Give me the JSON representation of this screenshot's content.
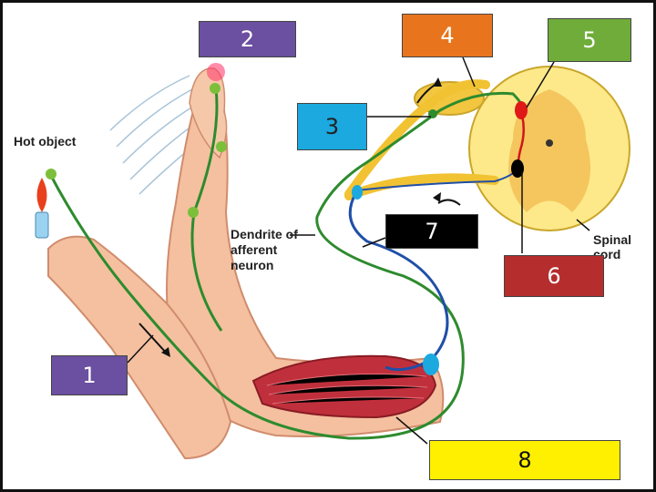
{
  "labels": {
    "hot_object": "Hot object",
    "dendrite_line1": "Dendrite of",
    "dendrite_line2": "afferent",
    "dendrite_line3": "neuron",
    "spinal_cord": "Spinal cord"
  },
  "number_boxes": {
    "box1": "1",
    "box2": "2",
    "box3": "3",
    "box4": "4",
    "box5": "5",
    "box6": "6",
    "box7": "7",
    "box8": "8"
  },
  "colors": {
    "box1": "#6b4fa0",
    "box2": "#6b4fa0",
    "box3": "#1ba9e0",
    "box4": "#e8751e",
    "box5": "#6fac3a",
    "box6": "#b52d2d",
    "box7": "#000000",
    "box8": "#fff000",
    "sensory_neuron": "#2e8b2e",
    "motor_neuron": "#1f4fa8",
    "interneuron": "#d0161a",
    "muscle": "#c0303c",
    "skin": "#f4c0a0",
    "spinal_cord": "#fde98a"
  }
}
